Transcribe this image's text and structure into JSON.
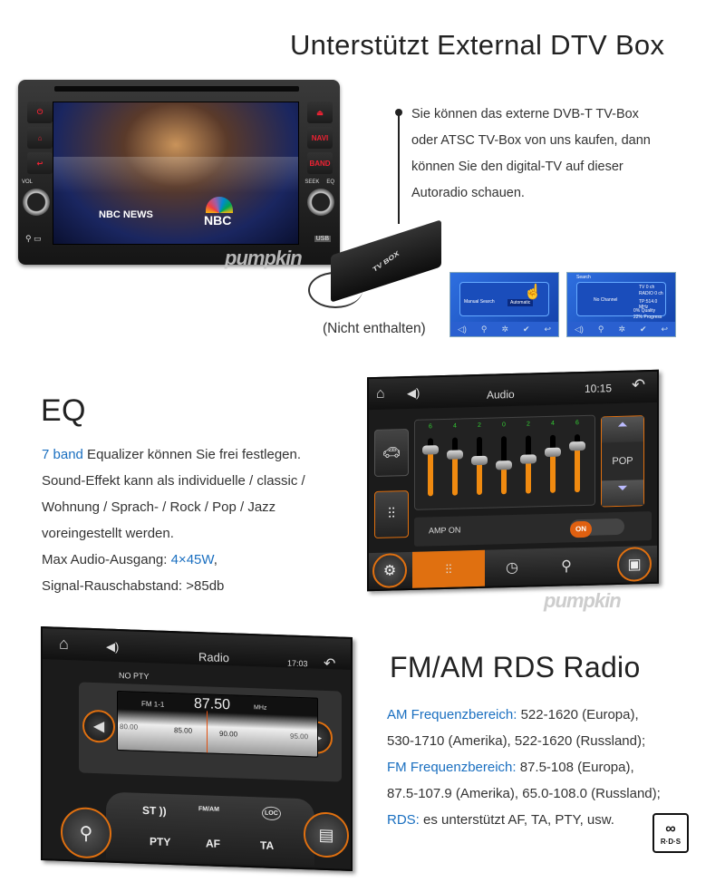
{
  "dtv": {
    "title": "Unterstützt External DTV Box",
    "lines": [
      "Sie können das externe DVB-T TV-Box",
      "oder ATSC TV-Box von uns kaufen, dann",
      "können Sie den digital-TV auf dieser",
      "Autoradio schauen."
    ],
    "not_included": "(Nicht enthalten)",
    "tv_box_label": "TV BOX",
    "head_unit": {
      "buttons_left": [
        "power-icon",
        "home-icon",
        "back-icon"
      ],
      "buttons_right": [
        "eject-icon",
        "NAVI",
        "BAND"
      ],
      "vol": "VOL",
      "seek": "SEEK",
      "eq": "EQ",
      "usb": "USB",
      "screen_brand": "NBC",
      "screen_news": "NBC NEWS"
    },
    "screenshot1": {
      "manual": "Manual Search",
      "automatic": "Automatic"
    },
    "screenshot2": {
      "title": "Search",
      "no_channel": "No Channel",
      "tv": "TV   0 ch",
      "radio": "RADIO 0 ch",
      "freq": "TP:514.0 MHz",
      "quality": "0%  Quality",
      "progress": "22% Progress"
    },
    "watermark": "pumpkin"
  },
  "eq": {
    "title": "EQ",
    "line1_highlight": "7 band",
    "line1_rest": " Equalizer können Sie frei festlegen.",
    "line2": "Sound-Effekt kann als individuelle / classic /",
    "line3": "Wohnung / Sprach- / Rock / Pop / Jazz",
    "line4": "voreingestellt werden.",
    "line5_label": "Max Audio-Ausgang: ",
    "line5_value": "4×45W",
    "line5_end": ",",
    "line6": "Signal-Rauschabstand: >85db",
    "screen": {
      "title": "Audio",
      "time": "10:15",
      "preset": "POP",
      "amp_label": "AMP ON",
      "toggle": "ON",
      "bands": [
        6,
        4,
        2,
        0,
        2,
        4,
        6
      ],
      "band_labels": [
        "6",
        "4",
        "2",
        "0",
        "2",
        "4",
        "6"
      ]
    }
  },
  "radio": {
    "title": "FM/AM RDS Radio",
    "am_label": "AM Frequenzbereich:",
    "am_text": " 522-1620 (Europa),",
    "am_line2": "530-1710 (Amerika), 522-1620 (Russland);",
    "fm_label": "FM Frequenzbereich:",
    "fm_text": " 87.5-108 (Europa),",
    "fm_line2": "87.5-107.9 (Amerika), 65.0-108.0 (Russland);",
    "rds_label": "RDS:",
    "rds_text": " es unterstützt AF, TA, PTY, usw.",
    "rds_logo": "R·D·S",
    "screen": {
      "title": "Radio",
      "time": "17:03",
      "pty_status": "NO PTY",
      "band": "FM 1-1",
      "frequency": "87.50",
      "stereo": "ST",
      "scale": [
        "80.00",
        "85.00",
        "90.00",
        "95.00"
      ],
      "buttons": [
        "ST",
        "FM/AM",
        "LOC",
        "PTY",
        "AF",
        "TA"
      ]
    }
  }
}
